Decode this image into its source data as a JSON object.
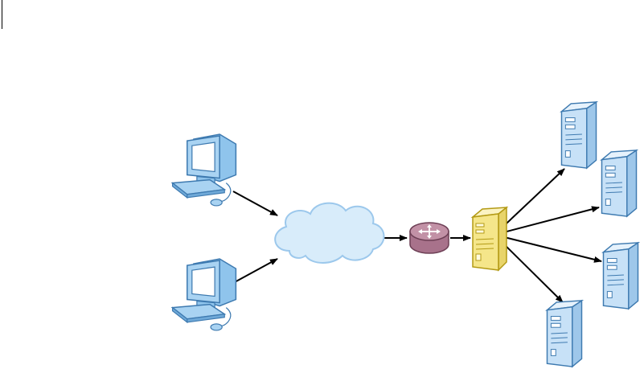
{
  "diagram": {
    "nodes": [
      {
        "id": "client-1",
        "kind": "desktop-computer",
        "icon": "desktop-computer-icon"
      },
      {
        "id": "client-2",
        "kind": "desktop-computer",
        "icon": "desktop-computer-icon"
      },
      {
        "id": "internet",
        "kind": "cloud",
        "icon": "cloud-icon"
      },
      {
        "id": "router",
        "kind": "router",
        "icon": "router-icon"
      },
      {
        "id": "load-balancer",
        "kind": "server",
        "icon": "server-icon"
      },
      {
        "id": "server-1",
        "kind": "server",
        "icon": "server-icon"
      },
      {
        "id": "server-2",
        "kind": "server",
        "icon": "server-icon"
      },
      {
        "id": "server-3",
        "kind": "server",
        "icon": "server-icon"
      },
      {
        "id": "server-4",
        "kind": "server",
        "icon": "server-icon"
      }
    ],
    "edges": [
      {
        "from": "client-1",
        "to": "internet"
      },
      {
        "from": "client-2",
        "to": "internet"
      },
      {
        "from": "internet",
        "to": "router"
      },
      {
        "from": "router",
        "to": "load-balancer"
      },
      {
        "from": "load-balancer",
        "to": "server-1"
      },
      {
        "from": "load-balancer",
        "to": "server-2"
      },
      {
        "from": "load-balancer",
        "to": "server-3"
      },
      {
        "from": "load-balancer",
        "to": "server-4"
      }
    ],
    "colors": {
      "computer_blue": "#8fc4ec",
      "cloud_blue": "#d8ecfa",
      "router_mauve": "#c291a6",
      "balancer_yellow": "#f5e68a",
      "balancer_outline": "#b39a14",
      "server_blue": "#c7e1f7",
      "edge": "#000000"
    }
  }
}
